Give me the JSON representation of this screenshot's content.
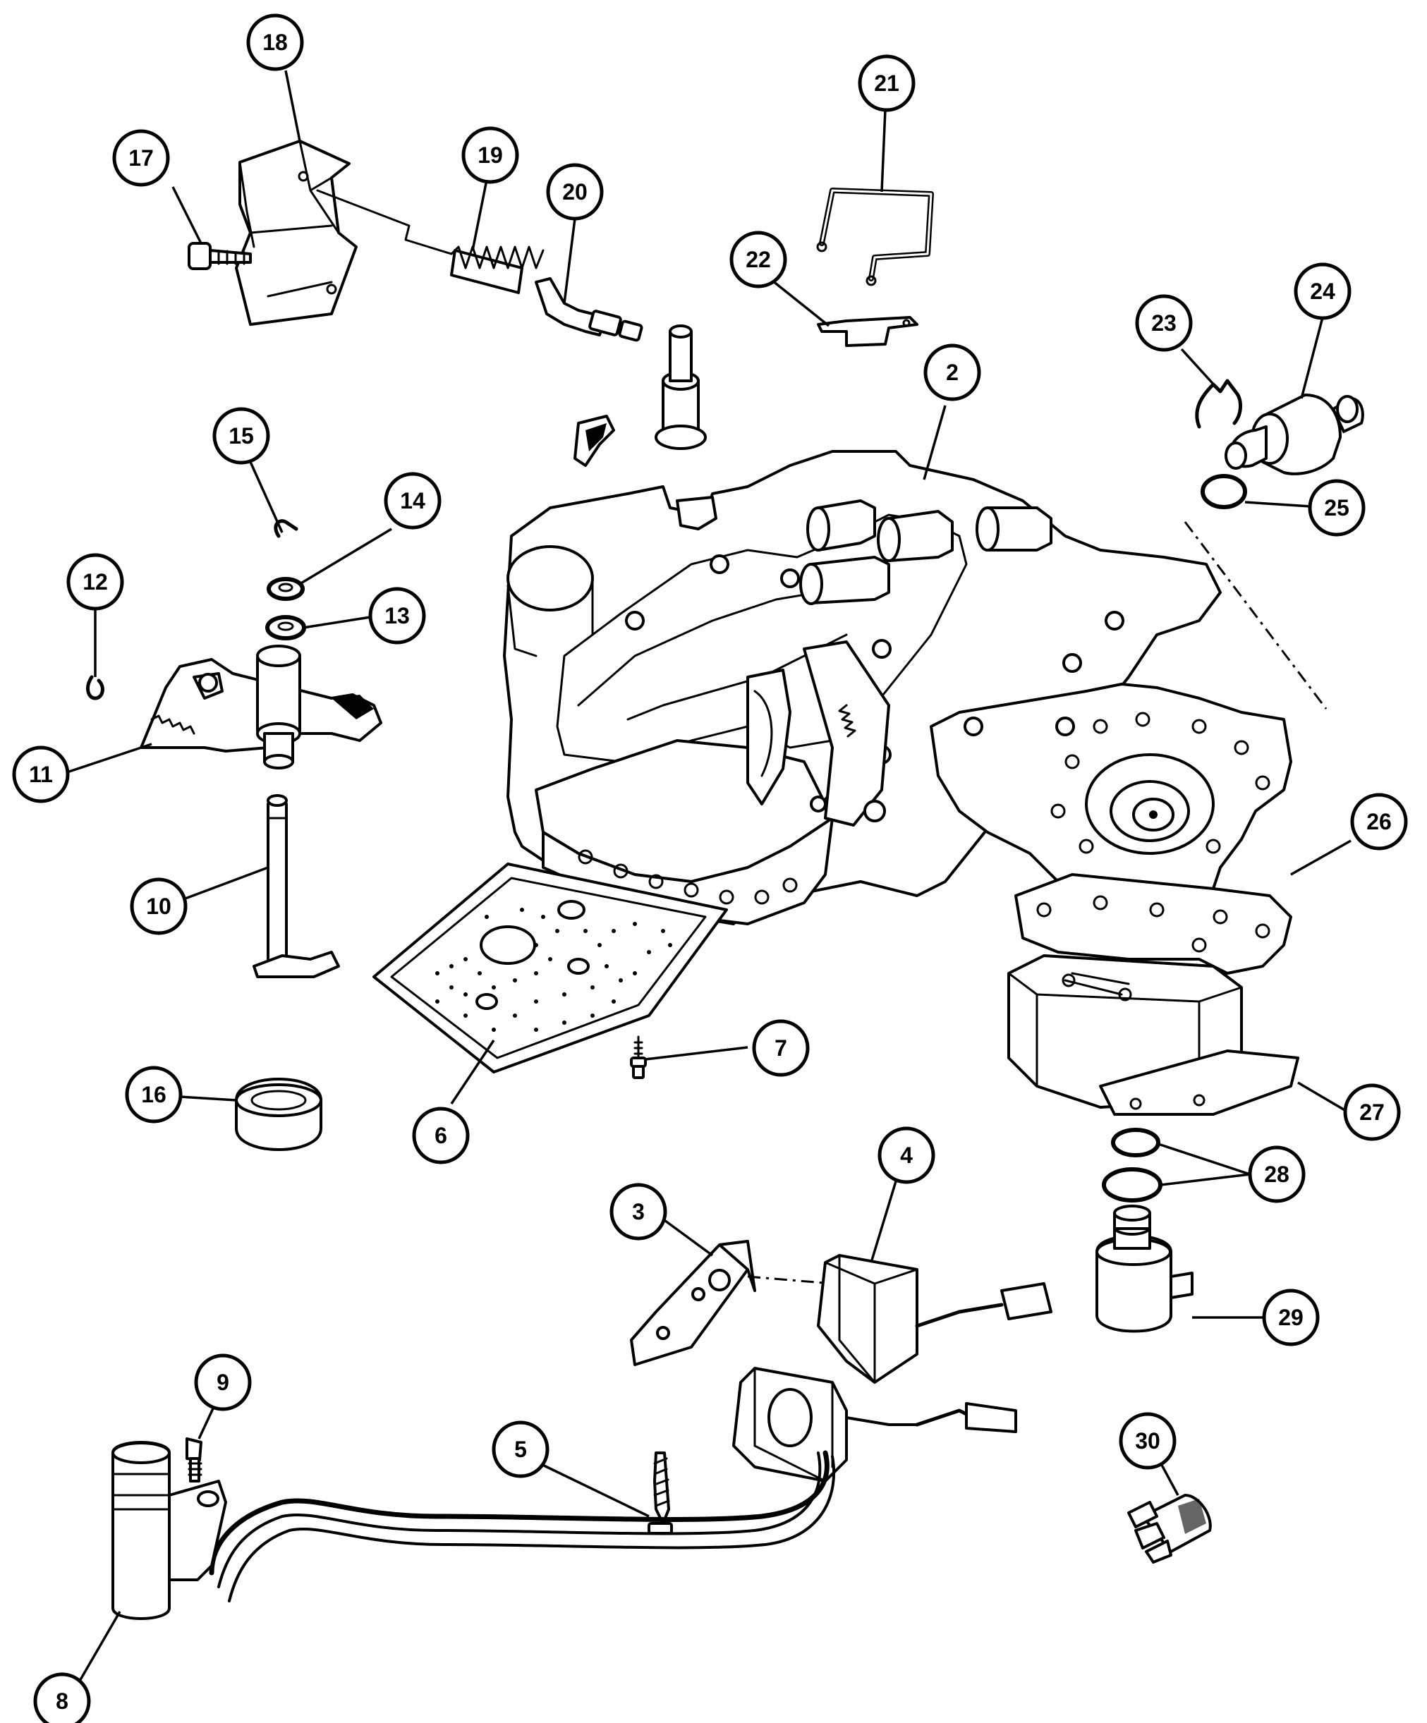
{
  "callouts": [
    {
      "id": "c2",
      "label": "2"
    },
    {
      "id": "c3",
      "label": "3"
    },
    {
      "id": "c4",
      "label": "4"
    },
    {
      "id": "c5",
      "label": "5"
    },
    {
      "id": "c6",
      "label": "6"
    },
    {
      "id": "c7",
      "label": "7"
    },
    {
      "id": "c8",
      "label": "8"
    },
    {
      "id": "c9",
      "label": "9"
    },
    {
      "id": "c10",
      "label": "10"
    },
    {
      "id": "c11",
      "label": "11"
    },
    {
      "id": "c12",
      "label": "12"
    },
    {
      "id": "c13",
      "label": "13"
    },
    {
      "id": "c14",
      "label": "14"
    },
    {
      "id": "c15",
      "label": "15"
    },
    {
      "id": "c16",
      "label": "16"
    },
    {
      "id": "c17",
      "label": "17"
    },
    {
      "id": "c18",
      "label": "18"
    },
    {
      "id": "c19",
      "label": "19"
    },
    {
      "id": "c20",
      "label": "20"
    },
    {
      "id": "c21",
      "label": "21"
    },
    {
      "id": "c22",
      "label": "22"
    },
    {
      "id": "c23",
      "label": "23"
    },
    {
      "id": "c24",
      "label": "24"
    },
    {
      "id": "c25",
      "label": "25"
    },
    {
      "id": "c26",
      "label": "26"
    },
    {
      "id": "c27",
      "label": "27"
    },
    {
      "id": "c28",
      "label": "28"
    },
    {
      "id": "c29",
      "label": "29"
    },
    {
      "id": "c30",
      "label": "30"
    }
  ]
}
